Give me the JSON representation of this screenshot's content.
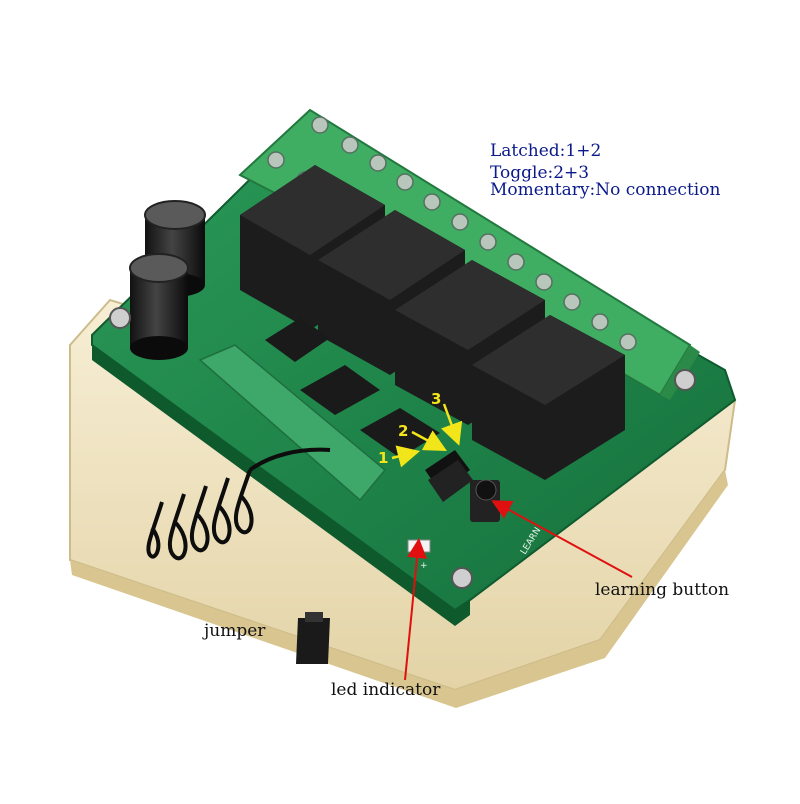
{
  "modes": {
    "latched": "Latched:1+2",
    "toggle": "Toggle:2+3",
    "momentary": "Momentary:No connection"
  },
  "callouts": {
    "learning_button": "learning button",
    "jumper": "jumper",
    "led_indicator": "led indicator"
  },
  "pin_numbers": [
    "1",
    "2",
    "3"
  ],
  "pcb_markings": {
    "learn": "LEARN",
    "plus": "+"
  },
  "colors": {
    "mode_text": "#0a1a8a",
    "callout_text": "#111111",
    "arrow_red": "#e01010",
    "arrow_yellow": "#f2e51a",
    "pcb_green": "#1f8a4c",
    "terminal_green": "#3fae62",
    "relay_black": "#1a1a1a",
    "base_cream": "#f3e7c4"
  }
}
